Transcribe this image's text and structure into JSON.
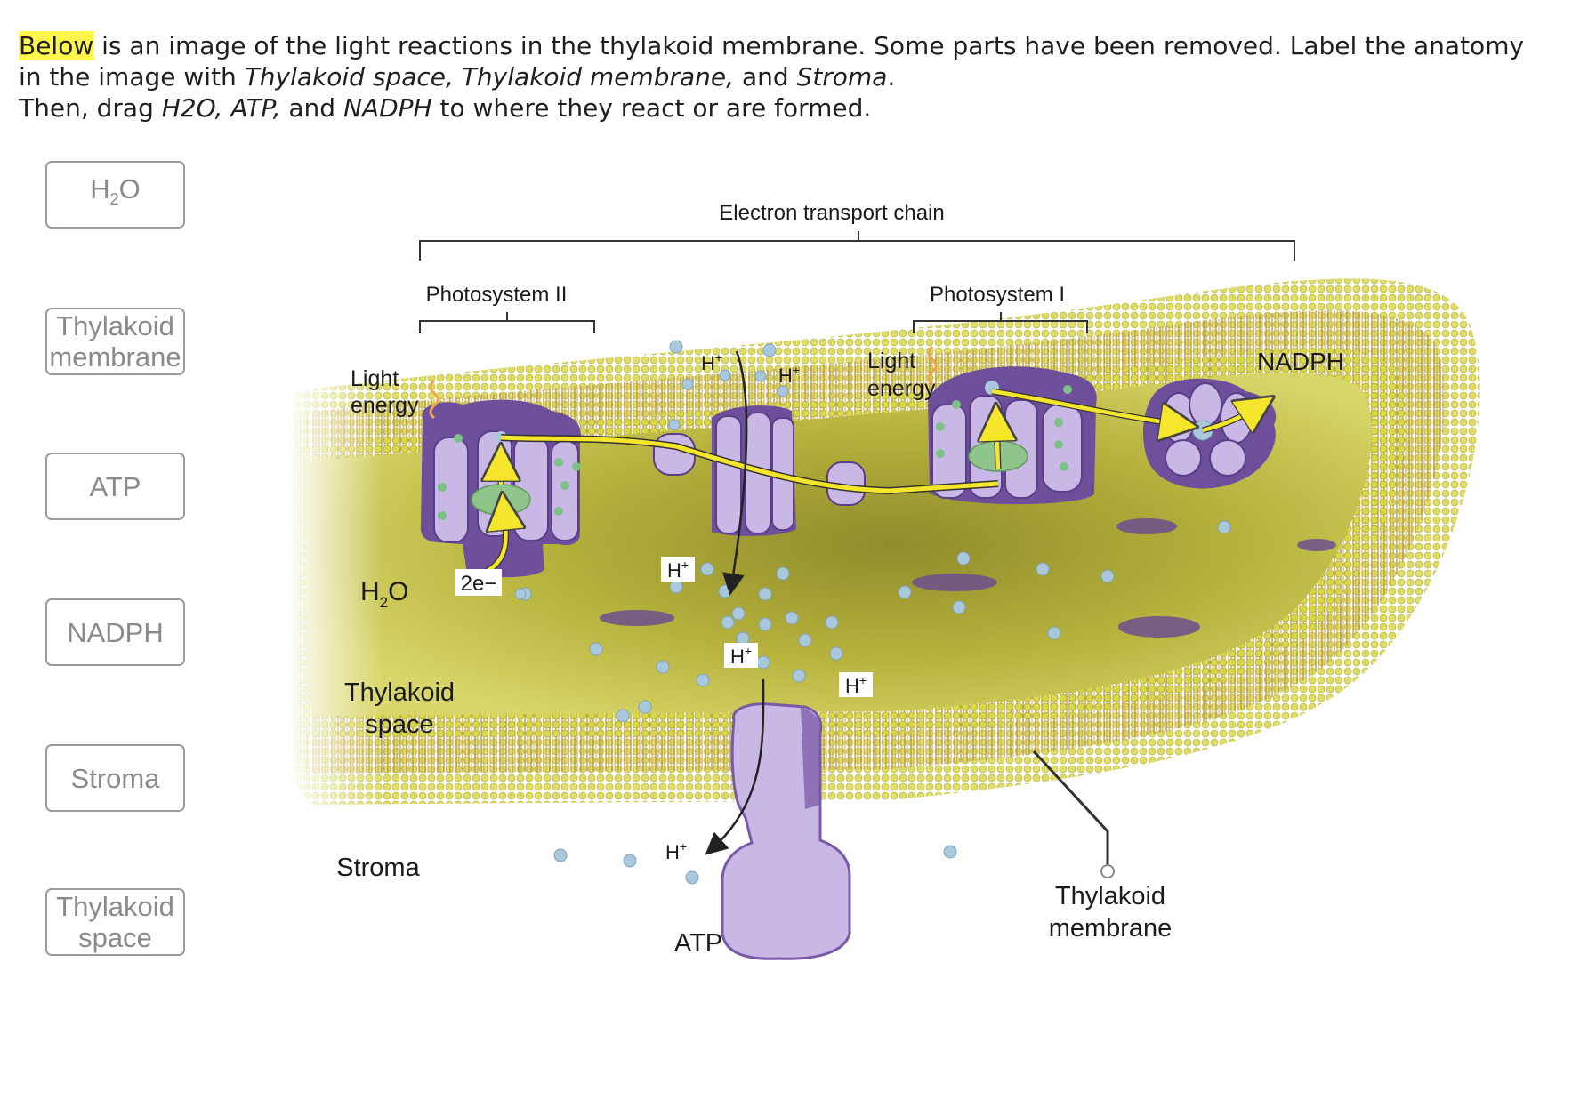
{
  "instructions": {
    "highlight": "Below",
    "line1_rest": " is an image of the light reactions in the thylakoid membrane. Some parts have been removed. Label the anatomy",
    "line2_a": "in the image with ",
    "line2_t1": "Thylakoid space, Thylakoid membrane,",
    "line2_and": " and ",
    "line2_t2": "Stroma",
    "line2_end": ".",
    "line3_a": "Then, drag ",
    "line3_t": "H2O, ATP,",
    "line3_and": " and ",
    "line3_t2": "NADPH",
    "line3_end": " to where they react or are formed."
  },
  "chips": [
    {
      "main": "H",
      "sub": "2",
      "tail": "O"
    },
    {
      "line1": "Thylakoid",
      "line2": "membrane"
    },
    {
      "text": "ATP"
    },
    {
      "text": "NADPH"
    },
    {
      "text": "Stroma"
    },
    {
      "line1": "Thylakoid",
      "line2": "space"
    }
  ],
  "diagram": {
    "etc": "Electron transport chain",
    "ps2": "Photosystem II",
    "ps1": "Photosystem I",
    "light1_a": "Light",
    "light1_b": "energy",
    "light2_a": "Light",
    "light2_b": "energy",
    "nadph": "NADPH",
    "h2o_main": "H",
    "h2o_sub": "2",
    "h2o_tail": "O",
    "two_e": "2e−",
    "hplus": "H+",
    "thylakoid_space_1": "Thylakoid",
    "thylakoid_space_2": "space",
    "stroma": "Stroma",
    "atp": "ATP",
    "thylakoid_membrane_1": "Thylakoid",
    "thylakoid_membrane_2": "membrane"
  },
  "colors": {
    "protein": "#7a5aa6",
    "protein_light": "#c9b8e6",
    "membrane_head": "#d4d24a",
    "lumen": "#b8b640",
    "arrow": "#f5e62c",
    "ion": "#a9c8dc"
  }
}
